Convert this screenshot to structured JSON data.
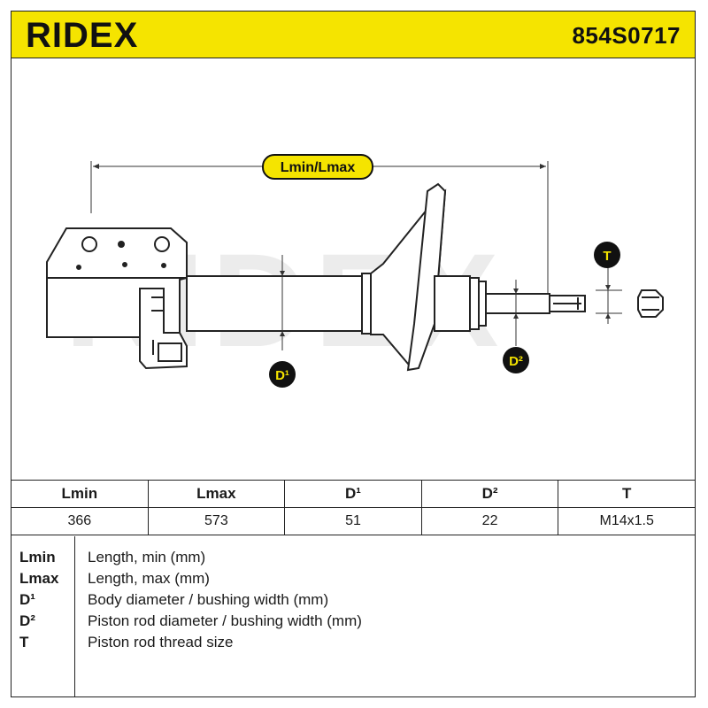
{
  "brand": {
    "name": "RIDEX",
    "accent_color": "#f5e400",
    "text_color": "#111111"
  },
  "header": {
    "part_number": "854S0717"
  },
  "drawing": {
    "labels": {
      "length": "Lmin/Lmax",
      "d1": "D¹",
      "d2": "D²",
      "t": "T"
    },
    "watermark": "RIDEX",
    "component": "shock-absorber-strut"
  },
  "table": {
    "headers": [
      "Lmin",
      "Lmax",
      "D¹",
      "D²",
      "T"
    ],
    "row": [
      "366",
      "573",
      "51",
      "22",
      "M14x1.5"
    ]
  },
  "legend": [
    {
      "key": "Lmin",
      "desc": "Length, min (mm)"
    },
    {
      "key": "Lmax",
      "desc": "Length, max (mm)"
    },
    {
      "key": "D¹",
      "desc": "Body diameter / bushing width (mm)"
    },
    {
      "key": "D²",
      "desc": "Piston rod diameter / bushing width (mm)"
    },
    {
      "key": "T",
      "desc": "Piston rod thread size"
    }
  ]
}
